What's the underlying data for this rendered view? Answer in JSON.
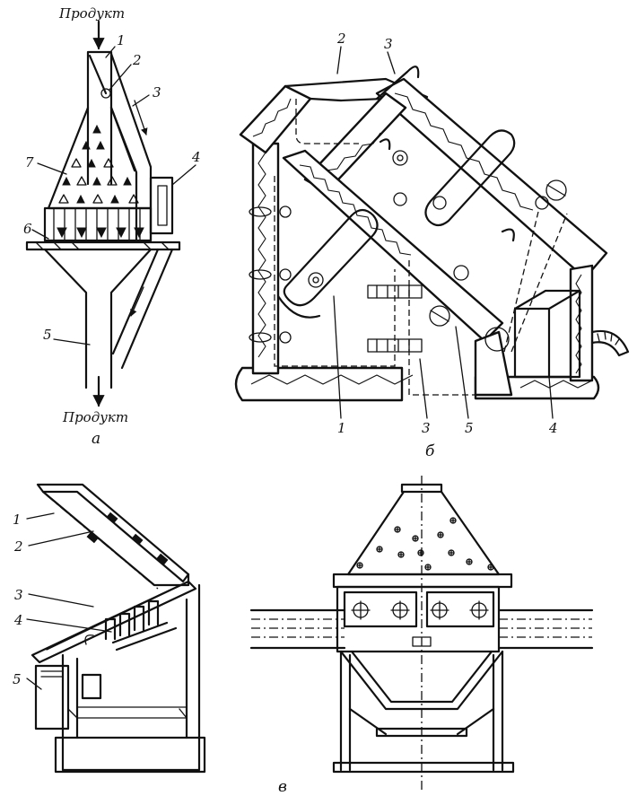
{
  "figure_a": {
    "product_in": "Продукт",
    "product_out": "Продукт",
    "caption": "а",
    "labels": [
      "1",
      "2",
      "3",
      "4",
      "5",
      "6",
      "7"
    ]
  },
  "figure_b": {
    "caption": "б",
    "labels": [
      "1",
      "2",
      "3",
      "3",
      "4",
      "5"
    ]
  },
  "figure_v": {
    "caption": "в",
    "labels": [
      "1",
      "2",
      "3",
      "4",
      "5"
    ]
  }
}
